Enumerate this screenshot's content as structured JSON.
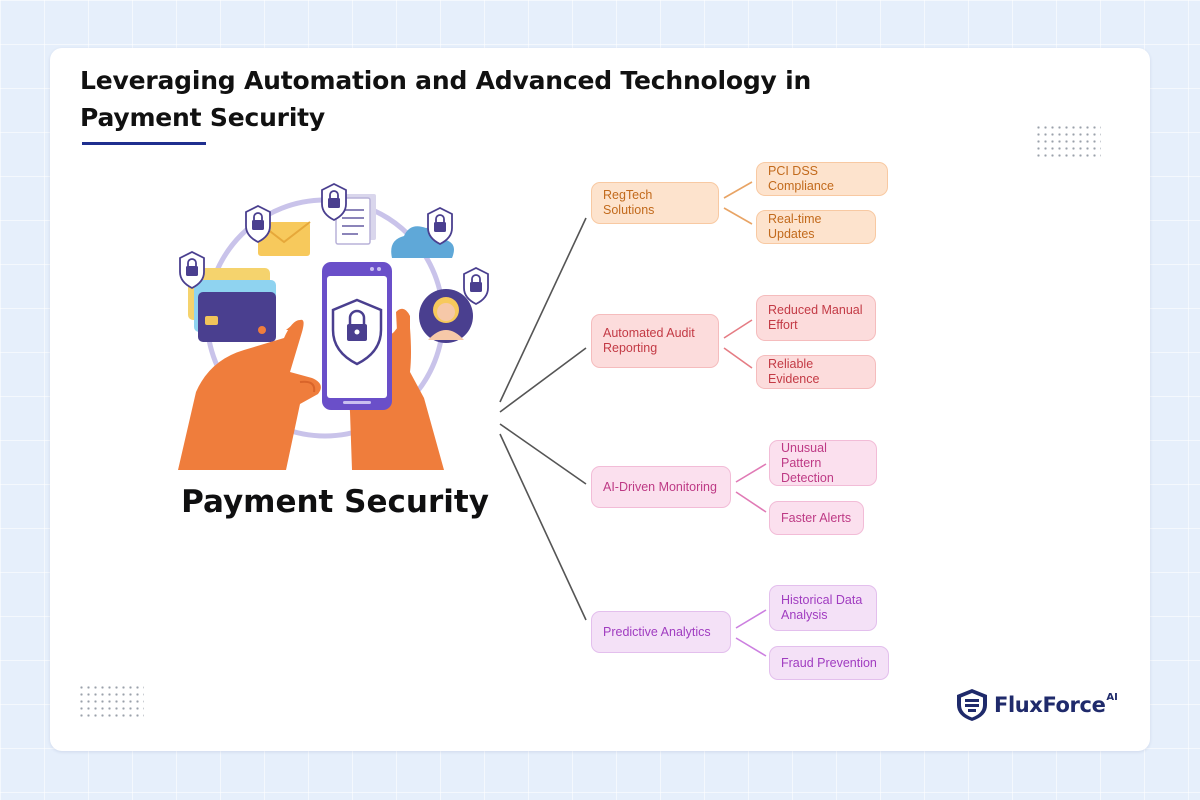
{
  "title": "Leveraging Automation and Advanced Technology in Payment Security",
  "center_label": "Payment Security",
  "branches": [
    {
      "label": "RegTech Solutions",
      "leaves": [
        "PCI DSS Compliance",
        "Real-time Updates"
      ]
    },
    {
      "label": "Automated Audit Reporting",
      "leaves": [
        "Reduced Manual Effort",
        "Reliable Evidence"
      ]
    },
    {
      "label": "AI-Driven Monitoring",
      "leaves": [
        "Unusual Pattern Detection",
        "Faster Alerts"
      ]
    },
    {
      "label": "Predictive Analytics",
      "leaves": [
        "Historical Data Analysis",
        "Fraud Prevention"
      ]
    }
  ],
  "brand": {
    "name": "FluxForce",
    "superscript": "AI"
  },
  "colors": {
    "title_underline": "#1f2f8f",
    "branch_1": "#c26a1c",
    "branch_2": "#c33a45",
    "branch_3": "#be3a85",
    "branch_4": "#a03cc0",
    "brand": "#1f2a6b",
    "hand": "#ef7d3c",
    "phone": "#6a4fc9"
  },
  "icons": [
    "padlock-icon",
    "envelope-icon",
    "document-icon",
    "cloud-icon",
    "credit-card-icon",
    "shield-lock-icon",
    "person-icon",
    "fluxforce-logo-icon"
  ]
}
